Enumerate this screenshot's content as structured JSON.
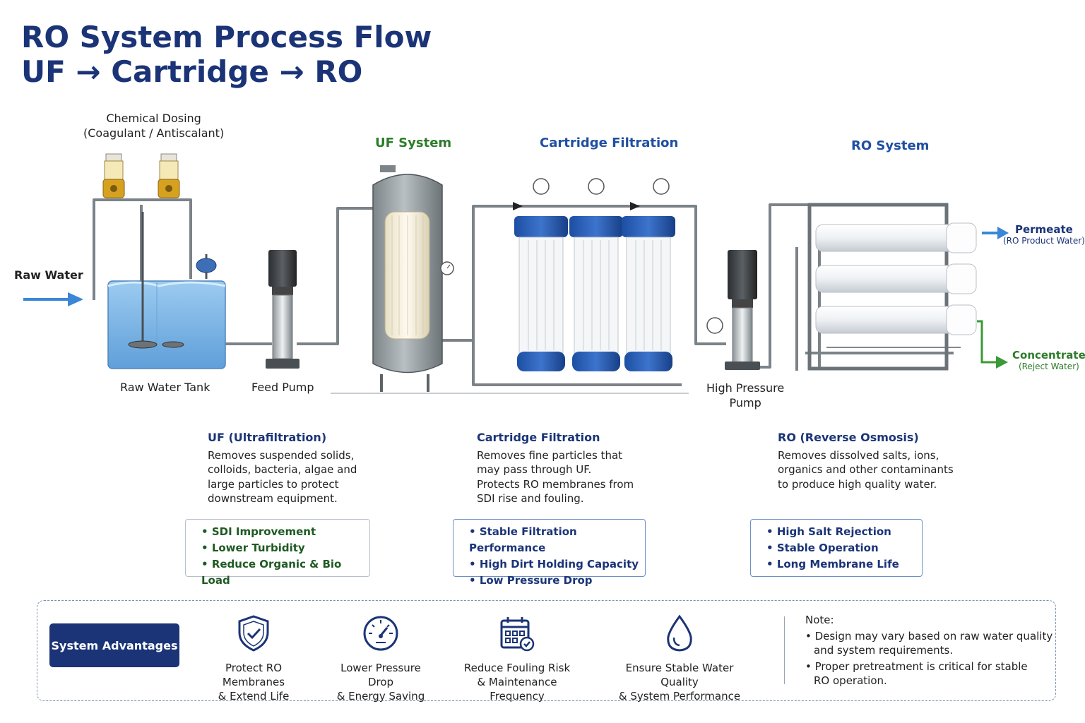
{
  "title": {
    "line1": "RO System Process Flow",
    "line2": "UF → Cartridge → RO"
  },
  "labels": {
    "chemical_dosing_l1": "Chemical Dosing",
    "chemical_dosing_l2": "(Coagulant / Antiscalant)",
    "raw_water": "Raw Water",
    "raw_water_tank": "Raw Water Tank",
    "feed_pump": "Feed Pump",
    "uf_system": "UF System",
    "cartridge_filtration": "Cartridge Filtration",
    "ro_system": "RO System",
    "high_pressure_pump_l1": "High Pressure",
    "high_pressure_pump_l2": "Pump",
    "permeate": "Permeate",
    "permeate_sub": "(RO Product Water)",
    "concentrate": "Concentrate",
    "concentrate_sub": "(Reject Water)"
  },
  "descriptions": [
    {
      "title": "UF (Ultrafiltration)",
      "lines": [
        "Removes suspended solids,",
        "colloids, bacteria, algae and",
        "large particles to protect",
        "downstream equipment."
      ],
      "bullets": [
        "SDI Improvement",
        "Lower Turbidity",
        "Reduce Organic & Bio Load"
      ]
    },
    {
      "title": "Cartridge Filtration",
      "lines": [
        "Removes fine particles that",
        "may pass through UF.",
        "Protects RO membranes from",
        "SDI rise and fouling."
      ],
      "bullets": [
        "Stable Filtration Performance",
        "High Dirt Holding Capacity",
        "Low Pressure Drop"
      ]
    },
    {
      "title": "RO (Reverse Osmosis)",
      "lines": [
        "Removes dissolved salts, ions,",
        "organics and other contaminants",
        "to produce high quality water."
      ],
      "bullets": [
        "High Salt Rejection",
        "Stable Operation",
        "Long Membrane Life"
      ]
    }
  ],
  "advantages": {
    "button": "System Advantages",
    "items": [
      {
        "icon": "shield-check-icon",
        "l1": "Protect RO Membranes",
        "l2": "& Extend Life"
      },
      {
        "icon": "gauge-icon",
        "l1": "Lower Pressure Drop",
        "l2": "& Energy Saving"
      },
      {
        "icon": "calendar-check-icon",
        "l1": "Reduce Fouling Risk",
        "l2": "& Maintenance Frequency"
      },
      {
        "icon": "water-drop-icon",
        "l1": "Ensure Stable Water Quality",
        "l2": "& System Performance"
      }
    ],
    "note_title": "Note:",
    "notes": [
      {
        "l1": "Design may vary based on raw water quality",
        "l2": "and system requirements."
      },
      {
        "l1": "Proper pretreatment is critical for stable",
        "l2": "RO operation."
      }
    ]
  },
  "colors": {
    "navy": "#1b3477",
    "blue": "#1f4fa0",
    "green": "#2d7d2a",
    "water": "#7fb6e6",
    "arrow_blue": "#3b86d6",
    "arrow_green": "#3a9a36"
  }
}
